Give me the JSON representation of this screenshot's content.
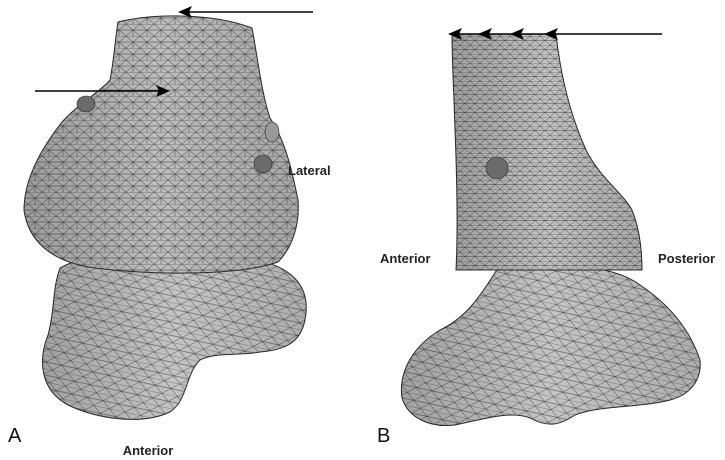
{
  "figure": {
    "panels": [
      {
        "letter": "A",
        "view_labels": {
          "side": "Lateral",
          "bottom": "Anterior"
        }
      },
      {
        "letter": "B",
        "view_labels": {
          "left": "Anterior",
          "right": "Posterior"
        }
      }
    ]
  },
  "colors": {
    "mesh_fill": "#bdbdbd",
    "mesh_fill_dark": "#8c8c8c",
    "mesh_line": "#2a2a2a",
    "nodule": "#6b6b6b",
    "arrow": "#000000"
  },
  "icons": [
    "arrow-left-icon",
    "arrow-right-icon"
  ]
}
